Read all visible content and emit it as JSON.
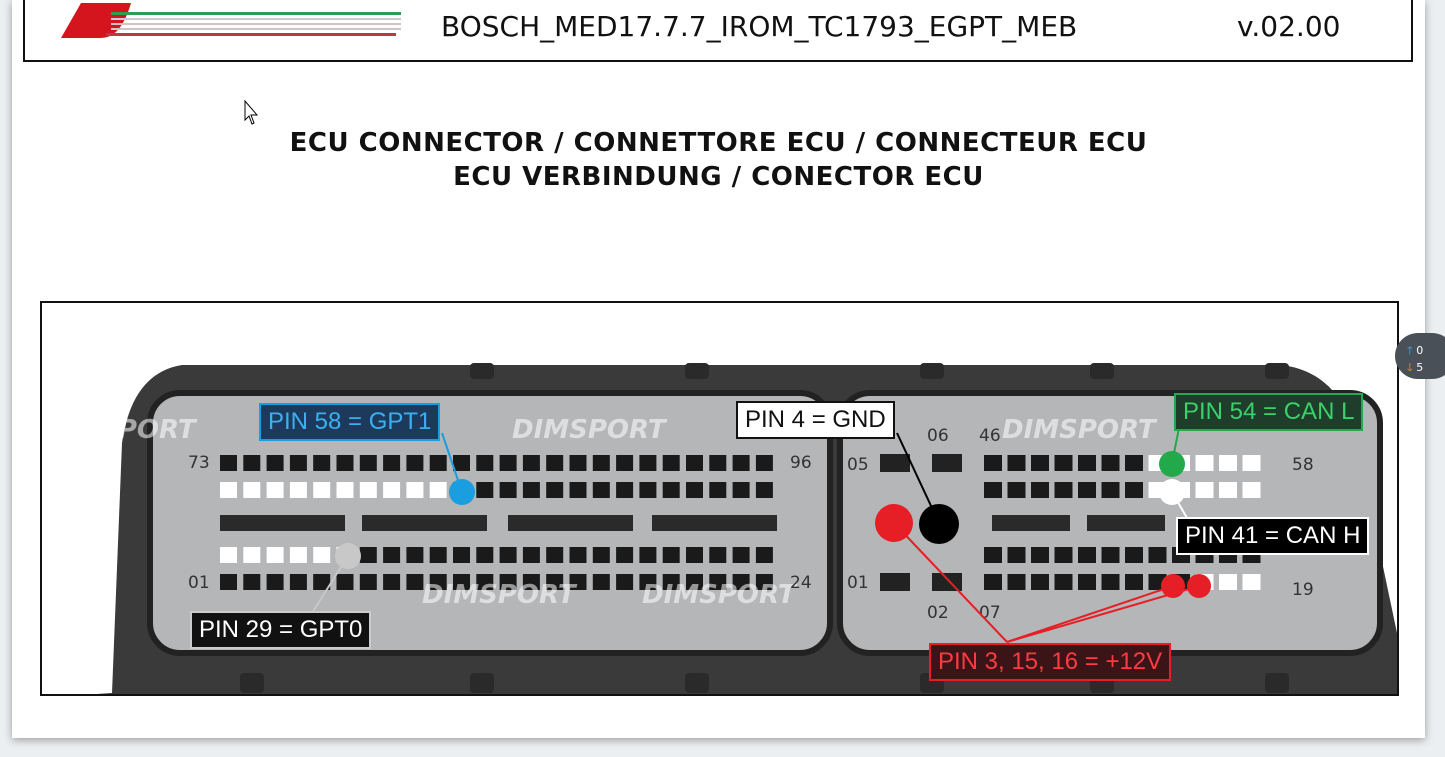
{
  "header": {
    "title": "BOSCH_MED17.7.7_IROM_TC1793_EGPT_MEB",
    "version": "v.02.00"
  },
  "headings": [
    "ECU CONNECTOR / CONNETTORE ECU / CONNECTEUR ECU",
    "ECU VERBINDUNG / CONECTOR ECU"
  ],
  "watermark": "DIMSPORT",
  "connector_numbers": {
    "left_tl": "73",
    "left_tr": "96",
    "left_bl": "01",
    "left_br": "24",
    "r_05": "05",
    "r_06": "06",
    "r_46": "46",
    "r_58": "58",
    "r_01": "01",
    "r_02": "02",
    "r_07": "07",
    "r_19": "19"
  },
  "pins": {
    "gpt1": {
      "label": "PIN 58 = GPT1",
      "color": "#1a9ee0"
    },
    "gpt0": {
      "label": "PIN 29 = GPT0",
      "color": "#c8c8c8"
    },
    "gnd": {
      "label": "PIN 4 = GND",
      "color": "#000000"
    },
    "can_l": {
      "label": "PIN 54 = CAN L",
      "color": "#22a94a"
    },
    "can_h": {
      "label": "PIN 41 = CAN H",
      "color": "#ffffff"
    },
    "power": {
      "label": "PIN 3, 15, 16 = +12V",
      "color": "#e61e25"
    }
  },
  "scroll_indicator": {
    "up": "0",
    "down": "5"
  }
}
